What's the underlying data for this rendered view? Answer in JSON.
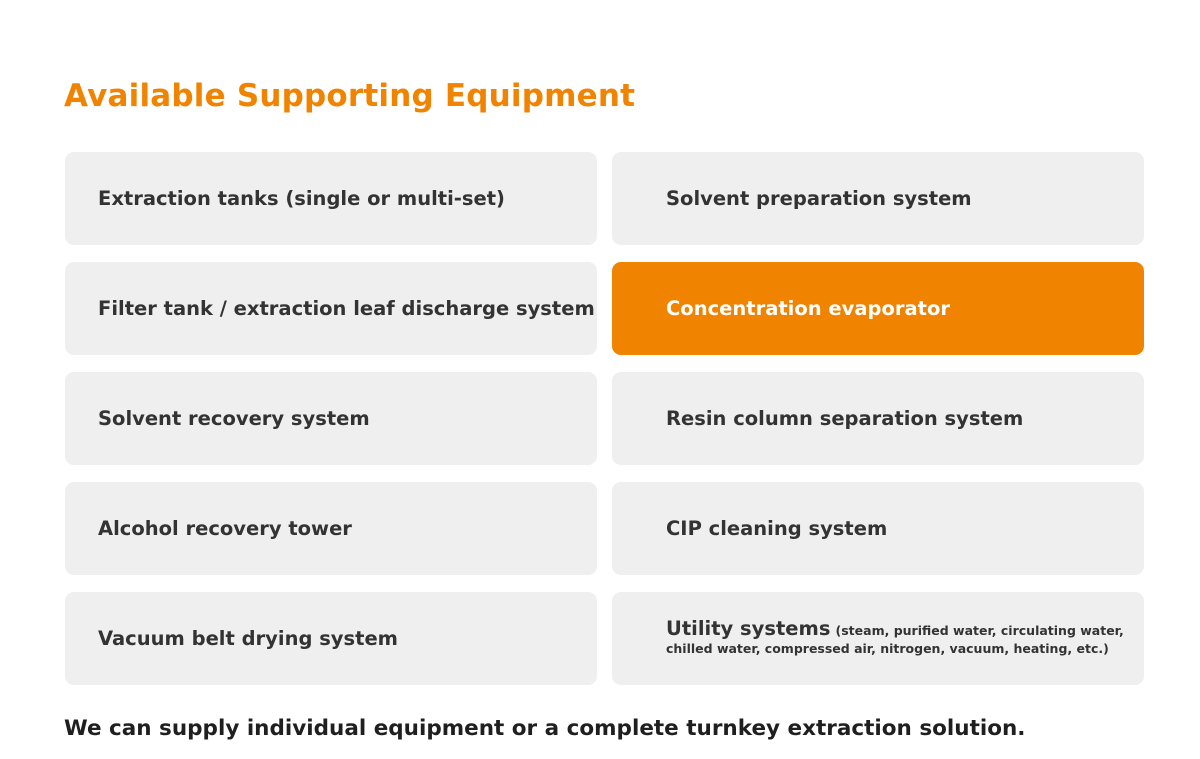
{
  "section": {
    "title": "Available Supporting Equipment"
  },
  "equipment": [
    {
      "label": "Extraction tanks (single or multi-set)"
    },
    {
      "label": "Solvent preparation system"
    },
    {
      "label": "Filter tank / extraction leaf discharge system"
    },
    {
      "label": "Concentration evaporator",
      "active": true
    },
    {
      "label": "Solvent recovery system"
    },
    {
      "label": "Resin column separation system"
    },
    {
      "label": "Alcohol recovery tower"
    },
    {
      "label": "CIP cleaning system"
    },
    {
      "label": "Vacuum belt drying system"
    },
    {
      "label": "Utility systems",
      "detail": "(steam, purified water, circulating water, chilled water, compressed air, nitrogen, vacuum, heating, etc.)"
    }
  ],
  "footer": {
    "note": "We can supply individual equipment or a complete turnkey extraction solution."
  },
  "colors": {
    "accent": "#f08300",
    "card_background": "#efefef",
    "text": "#333333",
    "footer_text": "#1f1f1f"
  }
}
